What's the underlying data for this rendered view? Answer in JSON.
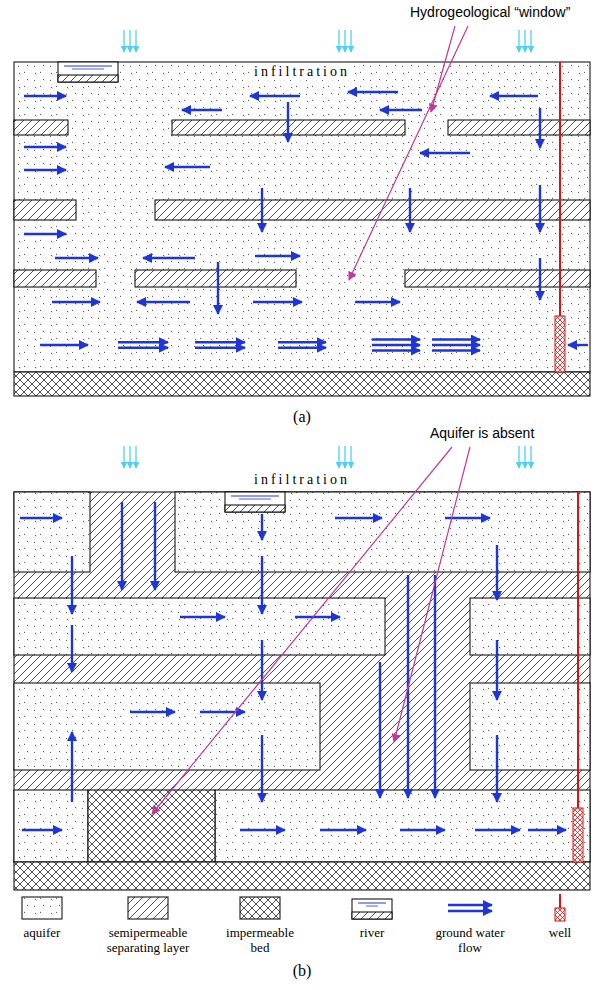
{
  "diagram": {
    "labels": [
      "Hydrogeological “window”",
      "infiltration",
      "(a)",
      "Aquifer is absent",
      "infiltration",
      "(b)"
    ],
    "legend": [
      {
        "text": "aquifer"
      },
      {
        "text": "semipermeable separating layer"
      },
      {
        "text": "impermeable bed"
      },
      {
        "text": "river"
      },
      {
        "text": "ground water flow"
      },
      {
        "text": "well"
      }
    ]
  }
}
